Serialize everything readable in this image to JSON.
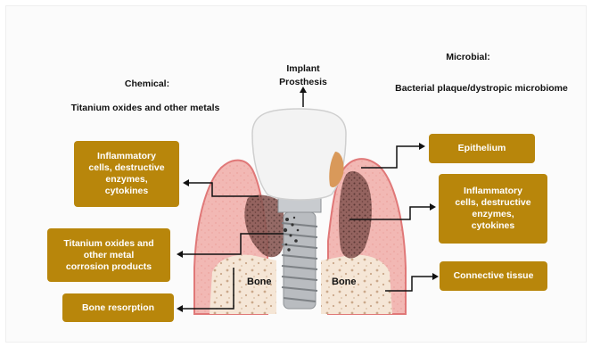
{
  "headings": {
    "chemical_title": "Chemical:",
    "chemical_sub": "Titanium oxides and other metals",
    "implant_title": "Implant\nProsthesis",
    "microbial_title": "Microbial:",
    "microbial_sub": "Bacterial plaque/dystropic microbiome"
  },
  "left_boxes": [
    {
      "text": "Inflammatory\ncells, destructive\nenzymes,\ncytokines"
    },
    {
      "text": "Titanium oxides and\nother metal\ncorrosion products"
    },
    {
      "text": "Bone resorption"
    }
  ],
  "right_boxes": [
    {
      "text": "Epithelium"
    },
    {
      "text": "Inflammatory\ncells, destructive\nenzymes,\ncytokines"
    },
    {
      "text": "Connective tissue"
    }
  ],
  "bone_labels": [
    "Bone",
    "Bone"
  ],
  "colors": {
    "box_fill": "#b8860b",
    "gum": "#f2b8b4",
    "gum_edge": "#e07878",
    "bone": "#f5e6d6",
    "crown": "#f2f2f2",
    "implant": "#b9bcc0",
    "inflammation": "#6b4540"
  }
}
